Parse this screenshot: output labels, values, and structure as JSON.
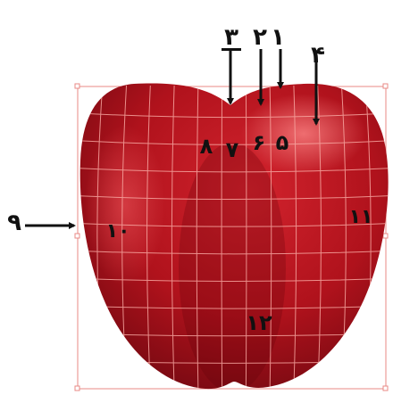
{
  "colors": {
    "apple_dark": "#7a0a12",
    "apple_mid": "#b5121b",
    "apple_light": "#e0404a",
    "mesh_line": "#f7a6a0",
    "bbox_line": "#e88a86",
    "arrow": "#111111",
    "label": "#111111"
  },
  "labels": {
    "l1": "۱",
    "l2": "۲",
    "l3": "۳",
    "l4": "۴",
    "l5": "۵",
    "l6": "۶",
    "l7": "۷",
    "l8": "۸",
    "l9": "۹",
    "l10": "۱۰",
    "l11": "۱۱",
    "l12": "۱۲"
  }
}
